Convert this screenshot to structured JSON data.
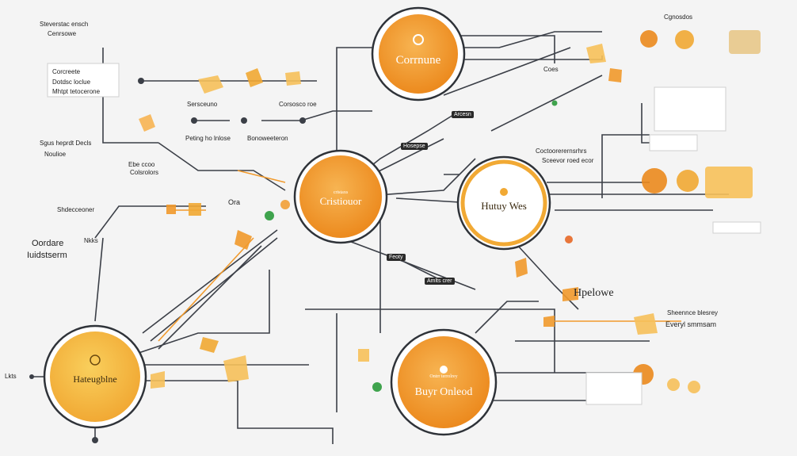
{
  "colors": {
    "background": "#f4f4f4",
    "line": "#3b3f47",
    "orange": "#f19a2c",
    "orange_light": "#f7c15a",
    "accent_green": "#3fa34d"
  },
  "nodes": {
    "top": {
      "label": "Corrnune"
    },
    "center_left": {
      "label": "Cristiouor",
      "sub": "cristaxs"
    },
    "center_right": {
      "label": "Hutuy Wes"
    },
    "bottom_left": {
      "label": "Hateugblne"
    },
    "bottom_right": {
      "label": "Buyr Onleod",
      "sub": "Ontrr terrolrey"
    }
  },
  "labels": {
    "top_left_1": "Steverstac ensch",
    "top_left_2": "Cenrsowe",
    "block_left_1": "Corcreete",
    "block_left_2": "Dotdsc loclue",
    "block_left_3": "Mhtpt tetocerone",
    "mid_left_1": "Sersceuno",
    "mid_left_2": "Corsosco roe",
    "mid_left_3": "Sgus heprdt Decls",
    "mid_left_4": "Noulioe",
    "mid_left_5": "Peting ho lnlose",
    "mid_left_6": "Bonoweeteron",
    "mid_left_7": "Ebe ccoo",
    "mid_left_8": "Colsrolors",
    "left_side_1": "Shdecceoner",
    "left_side_2": "Ora",
    "left_side_3": "Oordare",
    "left_side_4": "Iuidstserm",
    "left_side_5": "Nkks",
    "far_left": "Lkts",
    "right_top_1": "Cgnosdos",
    "right_top_2": "Coes",
    "right_mid_1": "Coctoorerernsrhrs",
    "right_mid_2": "Sceevor roed ecor",
    "right_tag_1": "Arcesn",
    "right_tag_2": "Hosepse",
    "right_tag_3": "Feoty",
    "right_tag_4": "Amlts crer",
    "right_2": "Hpelowe",
    "right_3": "Sheennce blesrey",
    "right_4": "Everyl smmsam",
    "bottom_center": "Ontrr terrolrey"
  }
}
